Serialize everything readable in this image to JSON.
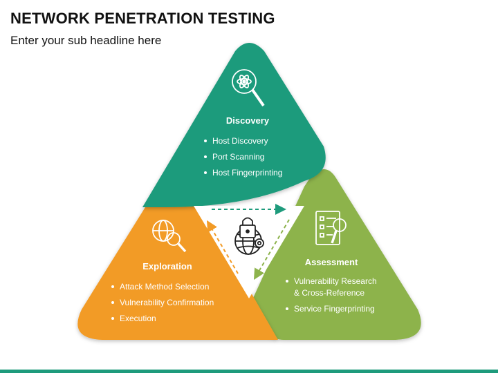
{
  "title": "NETWORK PENETRATION TESTING",
  "subtitle": "Enter your sub headline here",
  "colors": {
    "discovery": "#1e9b7c",
    "exploration": "#f29b26",
    "assessment": "#8db34c",
    "accent_bar": "#1e9b7c"
  },
  "segments": {
    "discovery": {
      "title": "Discovery",
      "icon": "atom-magnifier-icon",
      "bullets": [
        "Host Discovery",
        "Port Scanning",
        "Host Fingerprinting"
      ]
    },
    "exploration": {
      "title": "Exploration",
      "icon": "globe-magnifier-icon",
      "bullets": [
        "Attack Method Selection",
        "Vulnerability Confirmation",
        "Execution"
      ]
    },
    "assessment": {
      "title": "Assessment",
      "icon": "checklist-magnifier-icon",
      "bullets": [
        "Vulnerability Research",
        "& Cross-Reference",
        "Service Fingerprinting"
      ]
    }
  },
  "center_icon": "globe-lock-gear-icon"
}
